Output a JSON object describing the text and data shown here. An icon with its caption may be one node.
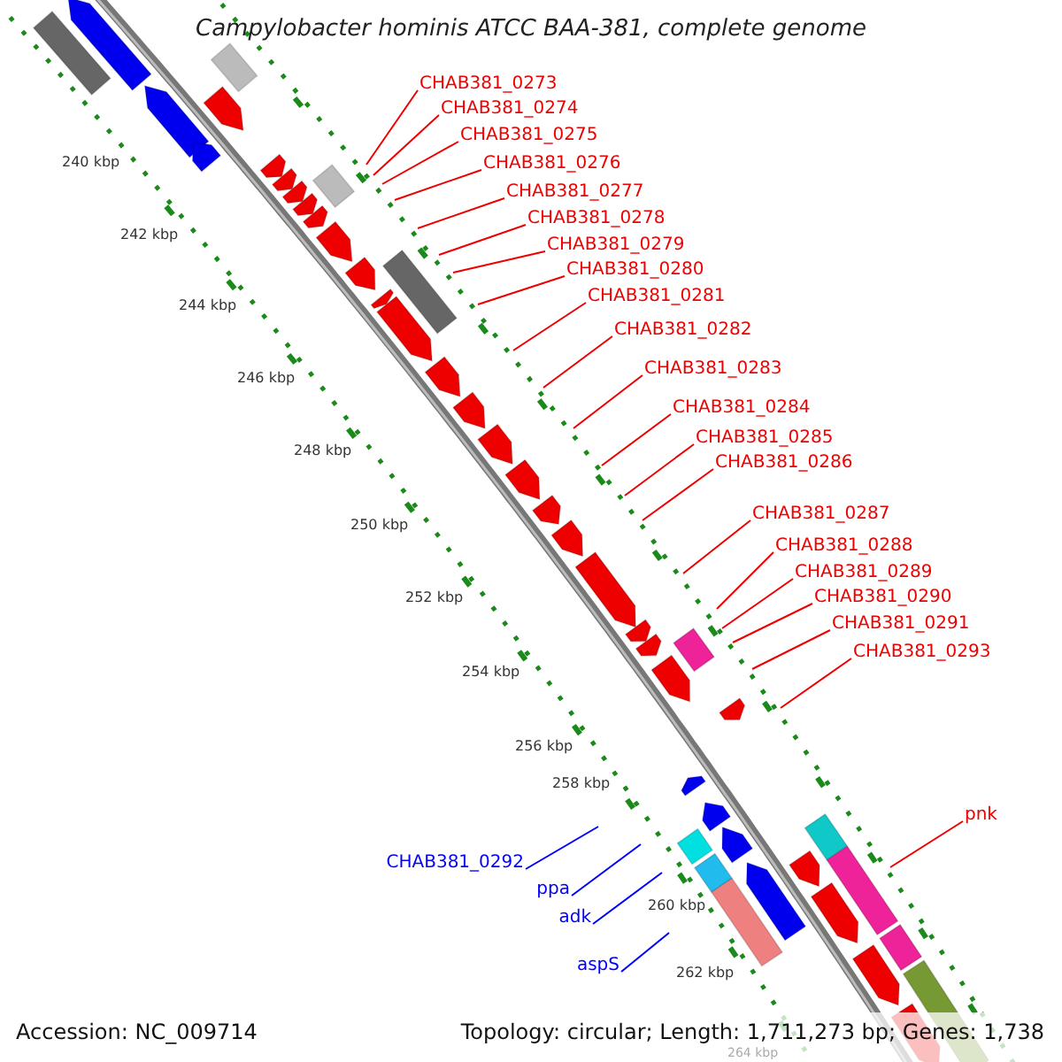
{
  "diagram": {
    "title": "Campylobacter hominis ATCC BAA-381, complete genome",
    "nodes": [
      {
        "text": [
          "CHAB381_0273"
        ]
      },
      {
        "text": [
          "CHAB381_0274"
        ]
      },
      {
        "text": [
          "CHAB381_0275"
        ]
      },
      {
        "text": [
          "CHAB381_0276"
        ]
      },
      {
        "text": [
          "CHAB381_0277"
        ]
      },
      {
        "text": [
          "CHAB381_0278"
        ]
      },
      {
        "text": [
          "CHAB381_0279"
        ]
      },
      {
        "text": [
          "CHAB381_0280"
        ]
      },
      {
        "text": [
          "CHAB381_0281"
        ]
      },
      {
        "text": [
          "CHAB381_0282"
        ]
      },
      {
        "text": [
          "CHAB381_0283"
        ]
      },
      {
        "text": [
          "CHAB381_0284"
        ]
      },
      {
        "text": [
          "CHAB381_0285"
        ]
      },
      {
        "text": [
          "CHAB381_0286"
        ]
      },
      {
        "text": [
          "CHAB381_0287"
        ]
      },
      {
        "text": [
          "CHAB381_0288"
        ]
      },
      {
        "text": [
          "CHAB381_0289"
        ]
      },
      {
        "text": [
          "CHAB381_0290"
        ]
      },
      {
        "text": [
          "CHAB381_0291"
        ]
      },
      {
        "text": [
          "CHAB381_0293"
        ]
      },
      {
        "text": [
          "pnk"
        ]
      },
      {
        "text": [
          "CHAB381_0292"
        ]
      },
      {
        "text": [
          "ppa"
        ]
      },
      {
        "text": [
          "adk"
        ]
      },
      {
        "text": [
          "aspS"
        ]
      }
    ],
    "edges": [
      {
        "from": 0,
        "to": null,
        "arrow": "none"
      },
      {
        "from": 1,
        "to": null,
        "arrow": "none"
      },
      {
        "from": 2,
        "to": null,
        "arrow": "none"
      },
      {
        "from": 3,
        "to": null,
        "arrow": "none"
      },
      {
        "from": 4,
        "to": null,
        "arrow": "none"
      },
      {
        "from": 5,
        "to": null,
        "arrow": "none"
      },
      {
        "from": 6,
        "to": null,
        "arrow": "none"
      },
      {
        "from": 7,
        "to": null,
        "arrow": "none"
      },
      {
        "from": 8,
        "to": null,
        "arrow": "none"
      },
      {
        "from": 9,
        "to": null,
        "arrow": "none"
      },
      {
        "from": 10,
        "to": null,
        "arrow": "none"
      },
      {
        "from": 11,
        "to": null,
        "arrow": "none"
      },
      {
        "from": 12,
        "to": null,
        "arrow": "none"
      },
      {
        "from": 13,
        "to": null,
        "arrow": "none"
      },
      {
        "from": 14,
        "to": null,
        "arrow": "none"
      },
      {
        "from": 15,
        "to": null,
        "arrow": "none"
      },
      {
        "from": 16,
        "to": null,
        "arrow": "none"
      },
      {
        "from": 17,
        "to": null,
        "arrow": "none"
      },
      {
        "from": 18,
        "to": null,
        "arrow": "none"
      },
      {
        "from": 19,
        "to": null,
        "arrow": "none"
      },
      {
        "from": 20,
        "to": null,
        "arrow": "none"
      },
      {
        "from": 21,
        "to": null,
        "arrow": "none",
        "color": "#0000ff"
      },
      {
        "from": 22,
        "to": null,
        "arrow": "none",
        "color": "#0000ff"
      },
      {
        "from": 23,
        "to": null,
        "arrow": "none",
        "color": "#0000ff"
      },
      {
        "from": 24,
        "to": null,
        "arrow": "none",
        "color": "#0000ff"
      }
    ],
    "labels": [
      "240 kbp",
      "242 kbp",
      "244 kbp",
      "246 kbp",
      "248 kbp",
      "250 kbp",
      "252 kbp",
      "254 kbp",
      "256 kbp",
      "258 kbp",
      "260 kbp",
      "262 kbp",
      "Accession: NC_009714",
      "Topology: circular; Length: 1,711,273 bp; Genes: 1,738",
      "264 kbp"
    ]
  }
}
